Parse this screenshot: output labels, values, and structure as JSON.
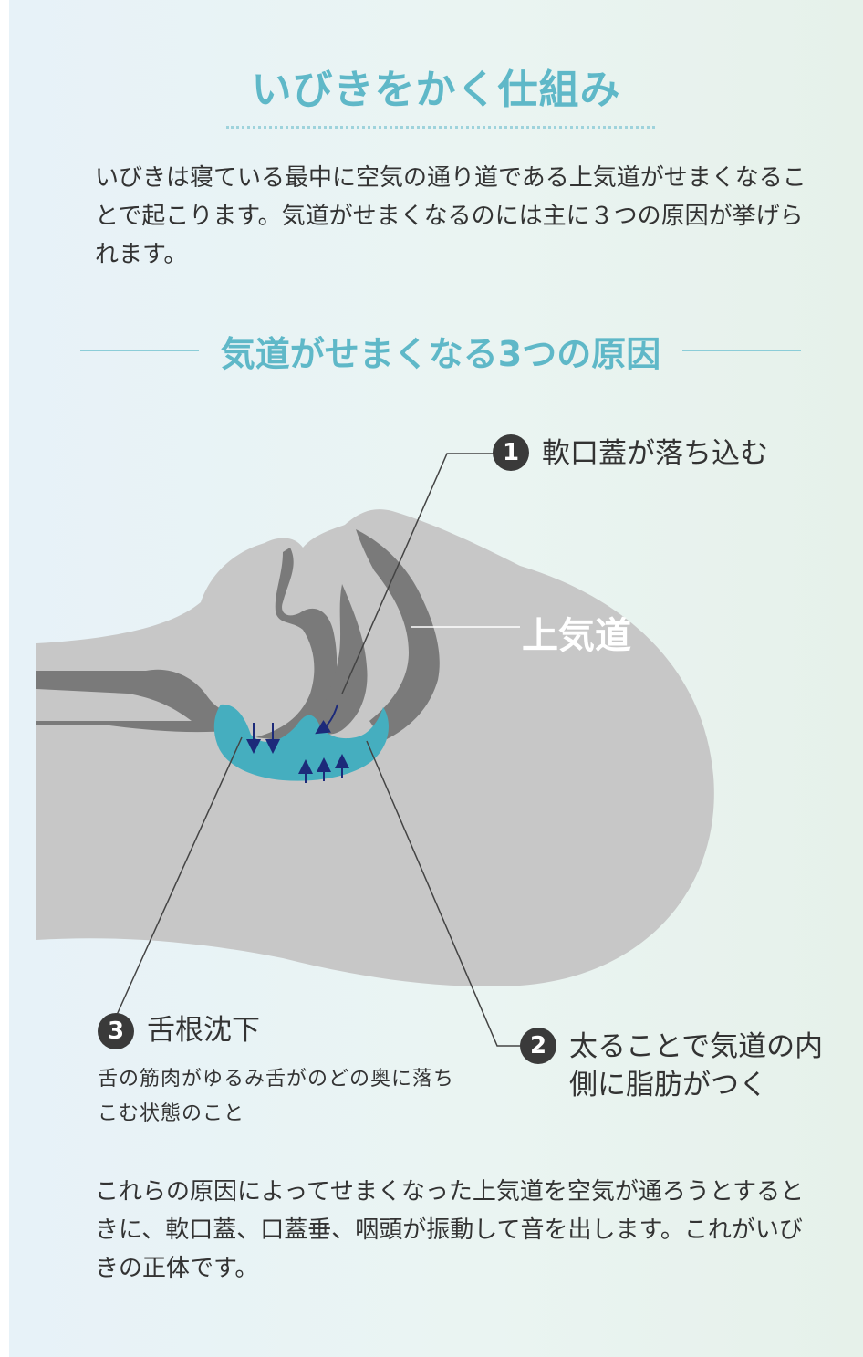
{
  "header": {
    "title": "いびきをかく仕組み",
    "intro": "いびきは寝ている最中に空気の通り道である上気道がせまくなることで起こります。気道がせまくなるのには主に３つの原因が挙げられます。"
  },
  "section": {
    "subtitle": "気道がせまくなる3つの原因"
  },
  "diagram": {
    "airway_label": "上気道",
    "causes": [
      {
        "number": "1",
        "label": "軟口蓋が落ち込む"
      },
      {
        "number": "2",
        "label": "太ることで気道の内側に脂肪がつく"
      },
      {
        "number": "3",
        "label": "舌根沈下",
        "description": "舌の筋肉がゆるみ舌がのどの奥に落ちこむ状態のこと"
      }
    ],
    "colors": {
      "head": "#c7c7c7",
      "airway": "#7a7a7a",
      "fat": "#45aebf",
      "arrows": "#1c2a7a",
      "accent": "#5fb8c8"
    }
  },
  "footer": {
    "conclusion": "これらの原因によってせまくなった上気道を空気が通ろうとするときに、軟口蓋、口蓋垂、咽頭が振動して音を出します。これがいびきの正体です。"
  }
}
